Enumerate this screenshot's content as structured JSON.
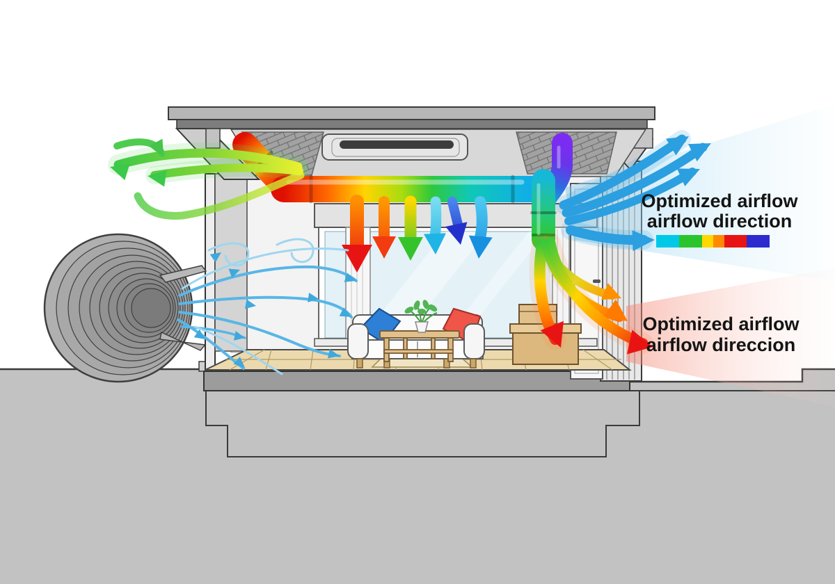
{
  "scene": {
    "description": "Architectural cross-section illustration of a living room showing optimized HVAC airflow with color-coded ducts and arrows",
    "callout_top": {
      "line1": "Optimized airflow",
      "line2": "airflow direction"
    },
    "callout_bottom": {
      "line1": "Optimized airflow",
      "line2": "airflow direccion"
    }
  },
  "legend": {
    "segments": [
      "#00c9e8",
      "#2cc42c",
      "#ffd800",
      "#ff8a00",
      "#e81414",
      "#2b2bd0"
    ]
  },
  "palette": {
    "duct_hot_red": "#e01000",
    "duct_orange": "#ff7a00",
    "duct_yellow": "#ffd400",
    "duct_green": "#2ec83c",
    "duct_cyan": "#10aee8",
    "duct_purple": "#7b2cf2",
    "supply_arrow_blue": "#2b9fe0",
    "breeze_light_blue": "#58b6e6",
    "exhaust_green": "#3cc84a",
    "warm_red": "#e81414",
    "ground_gray": "#c2c2c2",
    "pillow_blue": "#2e7fd6",
    "pillow_red": "#ef5548",
    "wood_tan": "#e2c08c"
  }
}
